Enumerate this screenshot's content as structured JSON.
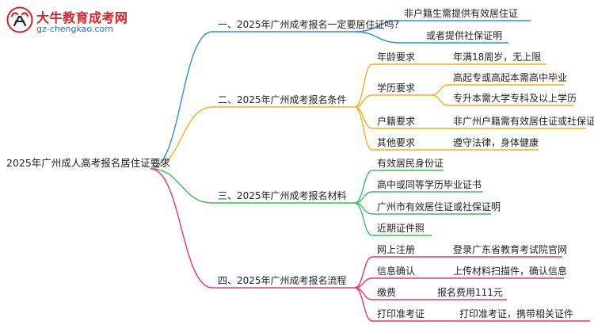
{
  "logo": {
    "name": "大牛教育成考网",
    "url": "gz-chengkao.com"
  },
  "root": "2025年广州成人高考报名居住证要求",
  "branches": [
    {
      "label": "一、2025年广州成考报名一定要居住证吗？",
      "color": "#2b8fd9",
      "children": [
        {
          "label": "非户籍生需提供有效居住证"
        },
        {
          "label": "或者提供社保证明"
        }
      ]
    },
    {
      "label": "二、2025年广州成考报名条件",
      "color": "#f0b21d",
      "children": [
        {
          "label": "年龄要求",
          "children": [
            {
              "label": "年满18周岁，无上限"
            }
          ]
        },
        {
          "label": "学历要求",
          "children": [
            {
              "label": "高起专或高起本需高中毕业"
            },
            {
              "label": "专升本需大学专科及以上学历"
            }
          ]
        },
        {
          "label": "户籍要求",
          "children": [
            {
              "label": "非广州户籍需有效居住证或社保证明"
            }
          ]
        },
        {
          "label": "其他要求",
          "children": [
            {
              "label": "遵守法律，身体健康"
            }
          ]
        }
      ]
    },
    {
      "label": "三、2025年广州成考报名材料",
      "color": "#3bbf5c",
      "children": [
        {
          "label": "有效居民身份证"
        },
        {
          "label": "高中或同等学历毕业证书"
        },
        {
          "label": "广州市有效居住证或社保证明"
        },
        {
          "label": "近期证件照"
        }
      ]
    },
    {
      "label": "四、2025年广州成考报名流程",
      "color": "#e8337a",
      "children": [
        {
          "label": "网上注册",
          "children": [
            {
              "label": "登录广东省教育考试院官网"
            }
          ]
        },
        {
          "label": "信息确认",
          "children": [
            {
              "label": "上传材料扫描件，确认信息"
            }
          ]
        },
        {
          "label": "缴费",
          "children": [
            {
              "label": "报名费用111元"
            }
          ]
        },
        {
          "label": "打印准考证",
          "children": [
            {
              "label": "打印准考证，携带相关证件"
            }
          ]
        }
      ]
    }
  ]
}
